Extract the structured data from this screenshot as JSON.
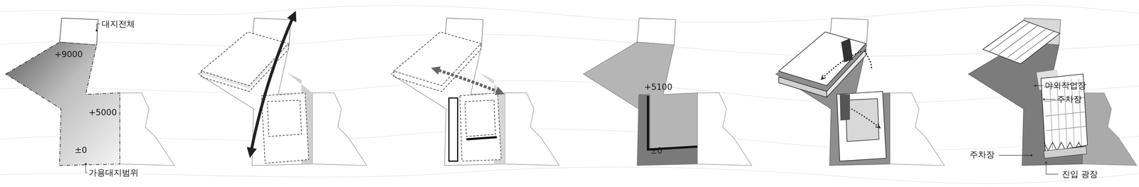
{
  "diagram": {
    "labels": [
      "대지전체",
      "+9000",
      "+5000",
      "±0",
      "가용대지범위",
      "+5100",
      "±0",
      "야외작업장",
      "주차장",
      "주차장",
      "진입 광장"
    ]
  }
}
